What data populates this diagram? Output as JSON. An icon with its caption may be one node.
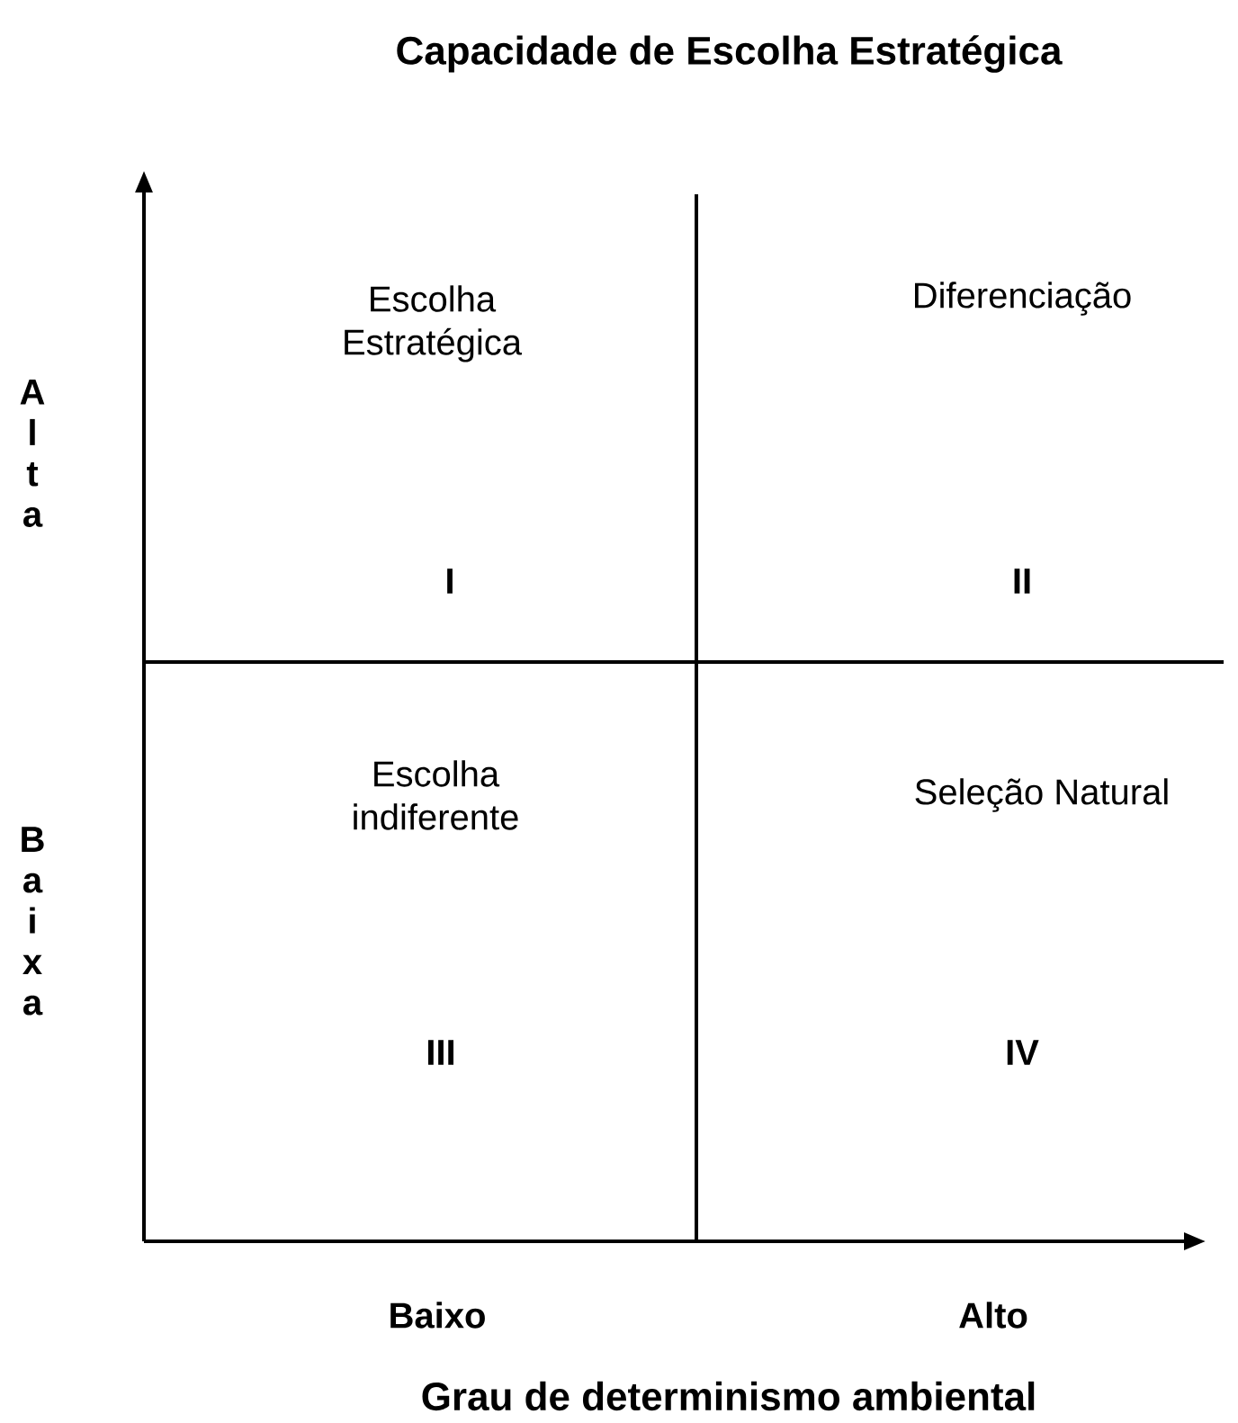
{
  "diagram": {
    "title": "Capacidade de Escolha Estratégica",
    "labels": [
      "Escolha Estratégica",
      "Diferenciação",
      "Alta",
      "I",
      "II",
      "Baixa",
      "Escolha indiferente",
      "Seleção Natural",
      "III",
      "IV",
      "Baixo",
      "Alto",
      "Grau de determinismo ambiental"
    ]
  }
}
